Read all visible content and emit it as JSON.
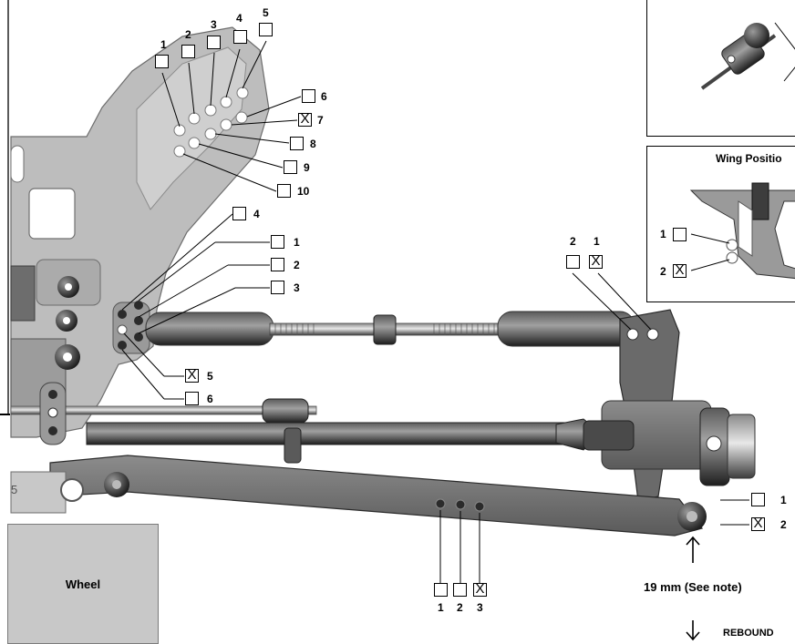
{
  "diagram": {
    "tower_holes": {
      "options": [
        {
          "num": "1",
          "checked": false
        },
        {
          "num": "2",
          "checked": false
        },
        {
          "num": "3",
          "checked": false
        },
        {
          "num": "4",
          "checked": false
        },
        {
          "num": "5",
          "checked": false
        },
        {
          "num": "6",
          "checked": false
        },
        {
          "num": "7",
          "checked": true
        },
        {
          "num": "8",
          "checked": false
        },
        {
          "num": "9",
          "checked": false
        },
        {
          "num": "10",
          "checked": false
        }
      ]
    },
    "link_holes": {
      "options": [
        {
          "num": "4",
          "checked": false
        },
        {
          "num": "1",
          "checked": false
        },
        {
          "num": "2",
          "checked": false
        },
        {
          "num": "3",
          "checked": false
        },
        {
          "num": "5",
          "checked": true
        },
        {
          "num": "6",
          "checked": false
        }
      ]
    },
    "hub_holes": {
      "options": [
        {
          "num": "2",
          "checked": false
        },
        {
          "num": "1",
          "checked": true
        }
      ]
    },
    "arm_holes": {
      "options": [
        {
          "num": "1",
          "checked": false
        },
        {
          "num": "2",
          "checked": false
        },
        {
          "num": "3",
          "checked": true
        }
      ]
    },
    "wheel_holes": {
      "options": [
        {
          "num": "1",
          "checked": false
        },
        {
          "num": "2",
          "checked": true
        }
      ]
    },
    "wing_inset": {
      "title": "Wing Positio",
      "options": [
        {
          "num": "1",
          "checked": false
        },
        {
          "num": "2",
          "checked": true
        }
      ]
    },
    "wheel_label": "Wheel",
    "ride_height_label": "19 mm (See note)",
    "rebound_label": "REBOUND",
    "mark_glyph": "X",
    "chassis_mark": "5"
  }
}
